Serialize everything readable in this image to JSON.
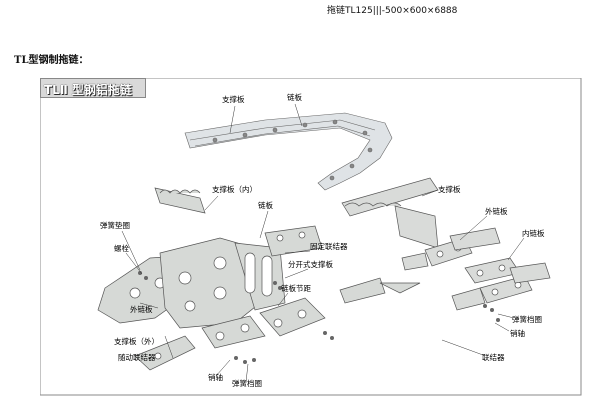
{
  "header": {
    "model_text": "拖链TL125|||-500×600×6888"
  },
  "section": {
    "title": "TL型钢制拖链："
  },
  "diagram": {
    "banner": "TLⅡ 型钢铝拖链",
    "labels": {
      "support_plate_top": "支撑板",
      "chain_plate_top": "链板",
      "support_plate_inner": "支撑板（内）",
      "chain_plate_mid": "链板",
      "spring_washer_left": "弹簧垫圈",
      "bolt": "螺栓",
      "support_plate_right": "支撑板",
      "outer_chain_plate": "外链板",
      "inner_chain_plate": "内链板",
      "fixed_connector": "固定联结器",
      "split_support": "分开式支撑板",
      "chain_pitch": "链板节距",
      "outer_plate": "外链板",
      "support_plate_outer": "支撑板（外）",
      "moving_connector": "随动联结器",
      "pin_bottom": "销轴",
      "spring_washer_bottom": "弹簧档圈",
      "spring_washer_right": "弹簧档圈",
      "pin_right": "销轴",
      "connector_right": "联结器"
    }
  }
}
